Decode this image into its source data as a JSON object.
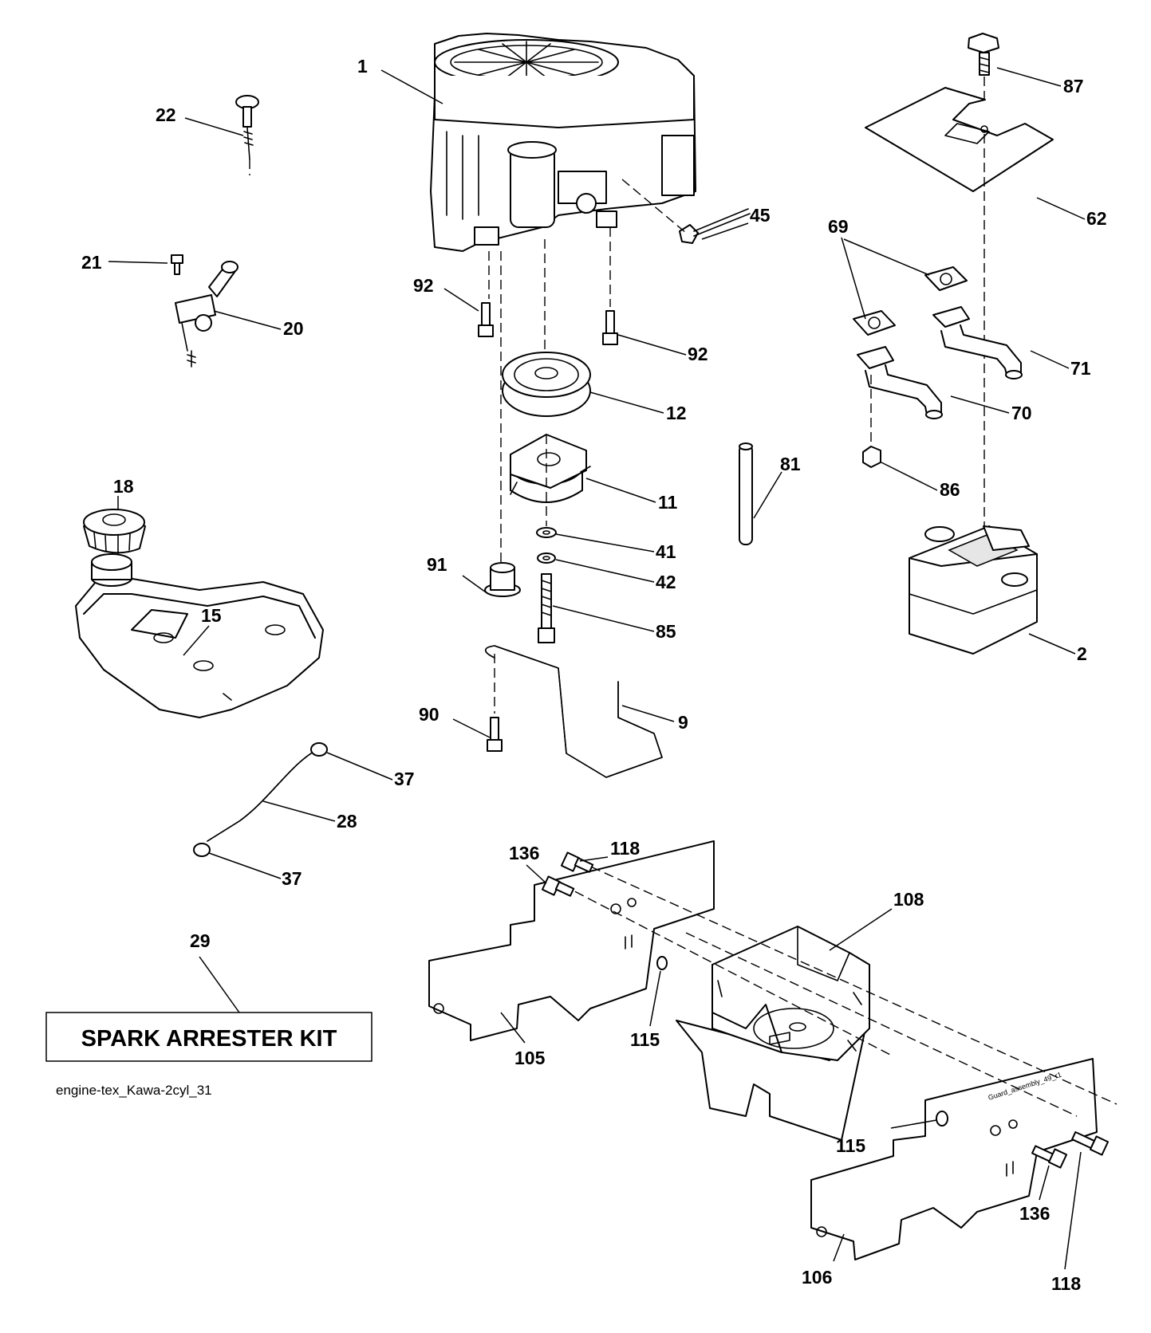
{
  "callouts": {
    "c1": "1",
    "c2": "2",
    "c9": "9",
    "c11": "11",
    "c12": "12",
    "c15": "15",
    "c18": "18",
    "c20": "20",
    "c21": "21",
    "c22": "22",
    "c28": "28",
    "c29": "29",
    "c37a": "37",
    "c37b": "37",
    "c41": "41",
    "c42": "42",
    "c45": "45",
    "c62": "62",
    "c69": "69",
    "c70": "70",
    "c71": "71",
    "c81": "81",
    "c85": "85",
    "c86": "86",
    "c87": "87",
    "c90": "90",
    "c91": "91",
    "c92a": "92",
    "c92b": "92",
    "c105": "105",
    "c106": "106",
    "c108": "108",
    "c115a": "115",
    "c115b": "115",
    "c118a": "118",
    "c118b": "118",
    "c136a": "136",
    "c136b": "136"
  },
  "kit_label": "SPARK ARRESTER KIT",
  "drawing_code": "engine-tex_Kawa-2cyl_31",
  "guard_tag": "Guard_assembly_49_r1"
}
